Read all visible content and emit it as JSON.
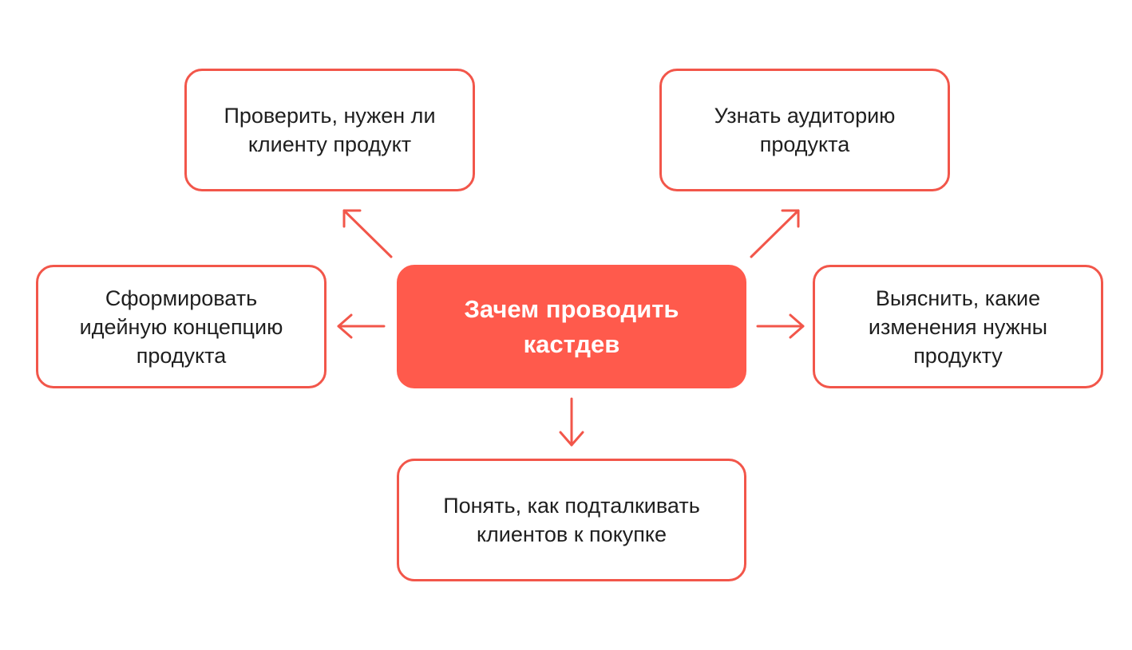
{
  "colors": {
    "accent": "#f2564a",
    "central_fill": "#ff5a4c",
    "text": "#1f1f1f",
    "background": "#ffffff"
  },
  "diagram": {
    "central": "Зачем проводить\nкастдев",
    "nodes": {
      "top_left": "Проверить, нужен ли\nклиенту продукт",
      "top_right": "Узнать аудиторию\nпродукта",
      "left": "Сформировать\nидейную концепцию\nпродукта",
      "right": "Выяснить, какие\nизменения нужны\nпродукту",
      "bottom": "Понять, как подталкивать\nклиентов к покупке"
    }
  }
}
